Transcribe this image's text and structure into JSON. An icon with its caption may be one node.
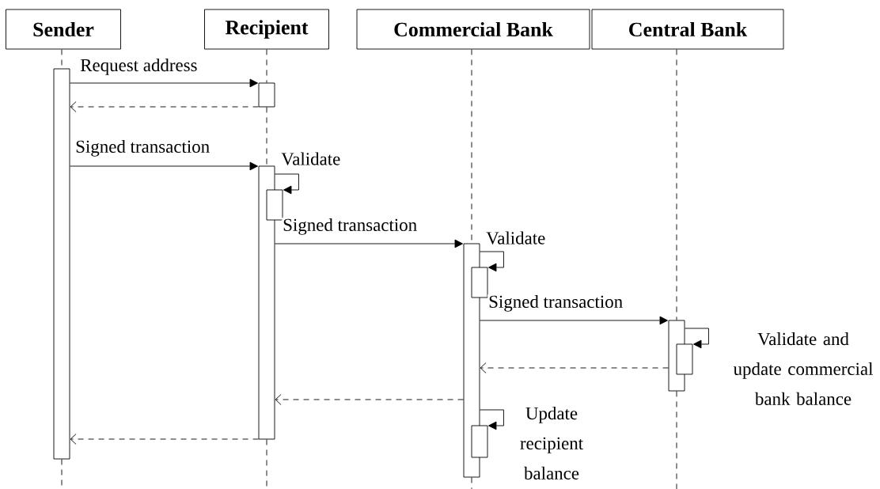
{
  "diagram": {
    "nodes": [
      {
        "text": [
          "Sender"
        ]
      },
      {
        "text": [
          "Recipient"
        ]
      },
      {
        "text": [
          "Commercial Bank"
        ]
      },
      {
        "text": [
          "Central Bank"
        ]
      },
      {
        "text": [],
        "shape": "bar"
      },
      {
        "text": [],
        "shape": "bar"
      },
      {
        "text": [],
        "shape": "bar"
      },
      {
        "text": [],
        "shape": "bar"
      },
      {
        "text": [],
        "shape": "bar"
      },
      {
        "text": [],
        "shape": "bar"
      },
      {
        "text": [],
        "shape": "bar"
      },
      {
        "text": [],
        "shape": "bar"
      },
      {
        "text": [],
        "shape": "bar"
      }
    ],
    "edges": [
      {
        "from": 4,
        "to": 5,
        "arrow": "to",
        "label": "Request address"
      },
      {
        "from": 5,
        "to": 4,
        "arrow": "to",
        "style": "dashed"
      },
      {
        "from": 4,
        "to": 6,
        "arrow": "to",
        "label": "Signed transaction"
      },
      {
        "from": 6,
        "to": 7,
        "arrow": "to",
        "label": "Validate"
      },
      {
        "from": 6,
        "to": 8,
        "arrow": "to",
        "label": "Signed transaction"
      },
      {
        "from": 8,
        "to": 9,
        "arrow": "to",
        "label": "Validate"
      },
      {
        "from": 8,
        "to": 11,
        "arrow": "to",
        "label": "Signed transaction"
      },
      {
        "from": 11,
        "to": 12,
        "arrow": "to",
        "label": "Validate and update commercial bank balance"
      },
      {
        "from": 11,
        "to": 8,
        "arrow": "to",
        "style": "dashed"
      },
      {
        "from": 8,
        "to": 6,
        "arrow": "to",
        "style": "dashed"
      },
      {
        "from": 8,
        "to": 10,
        "arrow": "to",
        "label": "Update recipient balance"
      },
      {
        "from": 6,
        "to": 4,
        "arrow": "to",
        "style": "dashed"
      },
      {
        "from": 0,
        "to": null,
        "arrow": "none",
        "style": "dashed"
      },
      {
        "from": 1,
        "to": null,
        "arrow": "none",
        "style": "dashed"
      },
      {
        "from": 2,
        "to": null,
        "arrow": "none",
        "style": "dashed"
      },
      {
        "from": 3,
        "to": null,
        "arrow": "none",
        "style": "dashed"
      }
    ]
  }
}
